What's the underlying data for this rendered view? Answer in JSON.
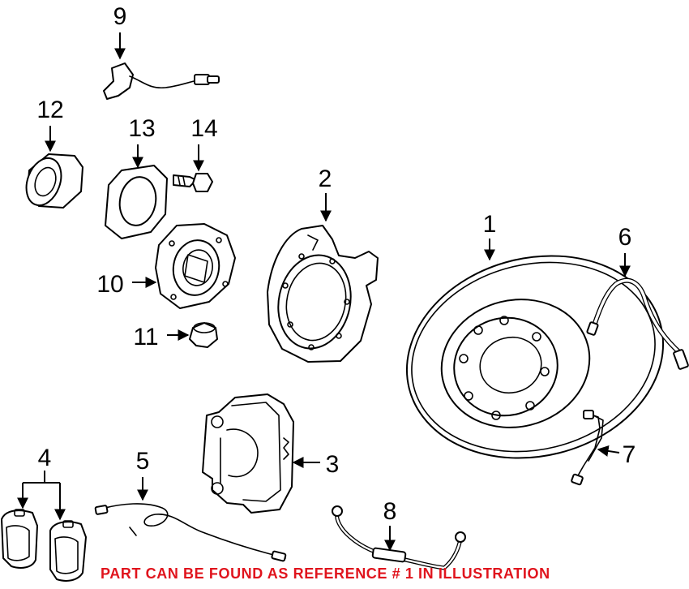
{
  "callouts": {
    "c1": "1",
    "c2": "2",
    "c3": "3",
    "c4": "4",
    "c5": "5",
    "c6": "6",
    "c7": "7",
    "c8": "8",
    "c9": "9",
    "c10": "10",
    "c11": "11",
    "c12": "12",
    "c13": "13",
    "c14": "14"
  },
  "caption": "PART CAN BE FOUND AS REFERENCE # 1 IN ILLUSTRATION",
  "colors": {
    "caption": "#e0141d",
    "line": "#000000",
    "background": "#ffffff"
  }
}
